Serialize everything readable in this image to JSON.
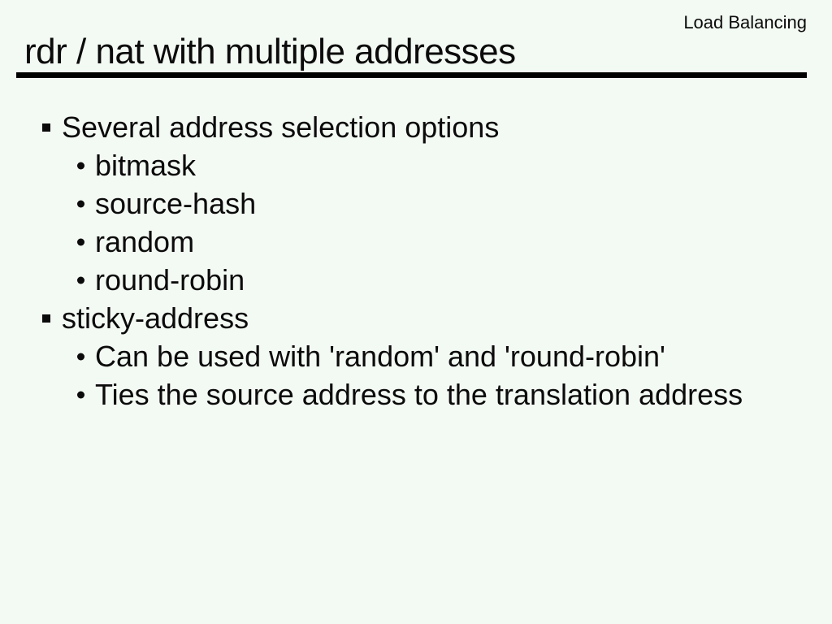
{
  "slide": {
    "corner_label": "Load Balancing",
    "title": "rdr / nat with multiple addresses",
    "bullets": [
      {
        "level": 1,
        "text": "Several address selection options"
      },
      {
        "level": 2,
        "text": "bitmask"
      },
      {
        "level": 2,
        "text": "source-hash"
      },
      {
        "level": 2,
        "text": "random"
      },
      {
        "level": 2,
        "text": "round-robin"
      },
      {
        "level": 1,
        "text": "sticky-address"
      },
      {
        "level": 2,
        "text": "Can be used with 'random' and 'round-robin'"
      },
      {
        "level": 2,
        "text": "Ties the source address to the translation address"
      }
    ],
    "colors": {
      "background": "#f3f9f3",
      "text": "#0b0b0b",
      "rule": "#000000"
    }
  }
}
